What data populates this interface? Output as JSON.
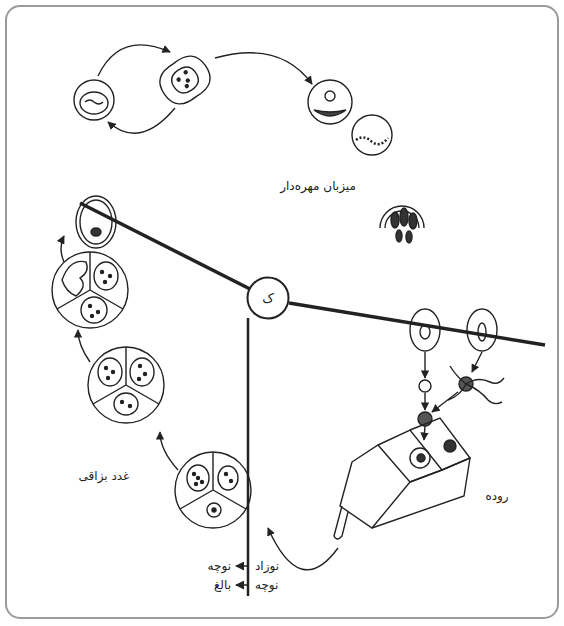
{
  "diagram": {
    "nodes": [
      {
        "text": [
          "ک"
        ]
      }
    ],
    "labels": [
      "میزبان مهره‌دار",
      "غدد بزاقی",
      "روده",
      "نوزاد",
      "نوچه",
      "نوچه",
      "بالغ"
    ]
  }
}
